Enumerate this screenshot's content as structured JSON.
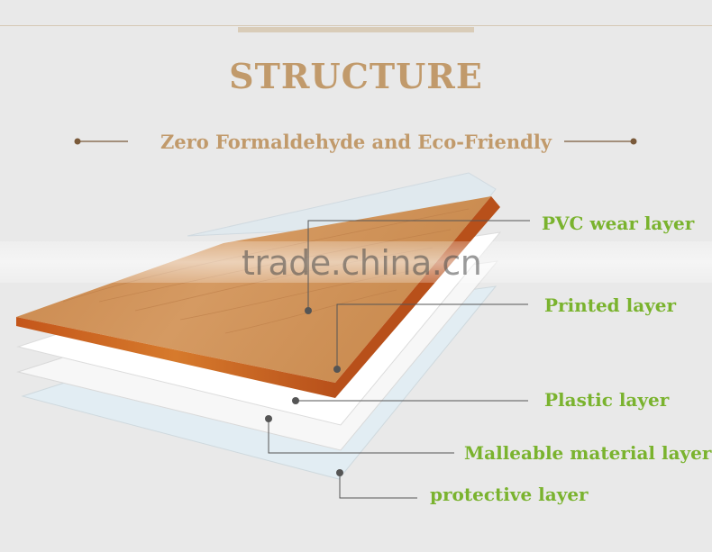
{
  "header": {
    "title": "STRUCTURE",
    "subtitle": "Zero Formaldehyde and Eco-Friendly"
  },
  "layers": [
    {
      "label": "PVC wear layer"
    },
    {
      "label": "Printed layer"
    },
    {
      "label": "Plastic layer"
    },
    {
      "label": "Malleable material layer"
    },
    {
      "label": "protective layer"
    }
  ],
  "watermark": "trade.china.cn",
  "colors": {
    "title": "#c19a6b",
    "label": "#7ab32e",
    "wood": "#d17a2c",
    "leader_line": "#555555",
    "background": "#e9e9e9"
  }
}
